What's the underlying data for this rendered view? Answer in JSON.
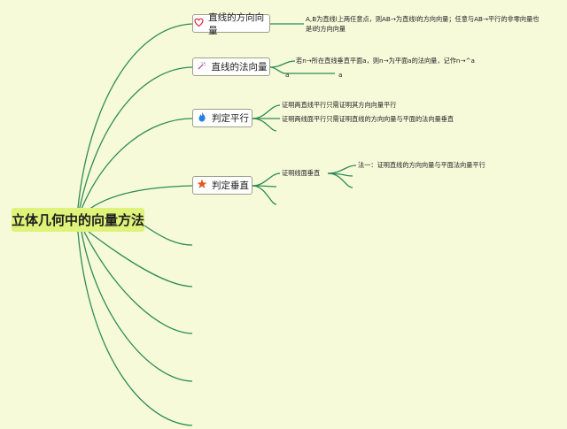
{
  "root": {
    "title": "立体几何中的向量方法"
  },
  "branches": [
    {
      "label": "直线的方向向量",
      "icon": "heart-icon",
      "icon_color": "#d9263b",
      "detail": "A,B为直线l上两任意点，则AB→为直线l的方向向量；任意与AB→平行的非零向量也是l的方向向量"
    },
    {
      "label": "直线的法向量",
      "icon": "wand-icon",
      "icon_color": "#b03090",
      "detail": "若n→所在直线垂直平面a，则n→为平面a的法向量，记作n→^a",
      "sub_labels": [
        "a",
        "a"
      ]
    },
    {
      "label": "判定平行",
      "icon": "flame-icon",
      "icon_color": "#2a7de1",
      "details": [
        "证明两直线平行只需证明其方向向量平行",
        "证明两线面平行只需证明直线的方向向量与平面的法向量垂直"
      ]
    },
    {
      "label": "判定垂直",
      "icon": "star-icon",
      "icon_color": "#e2571c",
      "details": [
        "证明线面垂直"
      ],
      "sub_details": [
        "法一：证明直线的方向向量与平面法向量平行"
      ]
    }
  ],
  "colors": {
    "line": "#2e8b57",
    "background": "#f6fad9",
    "root_fill": "#dff27a"
  }
}
